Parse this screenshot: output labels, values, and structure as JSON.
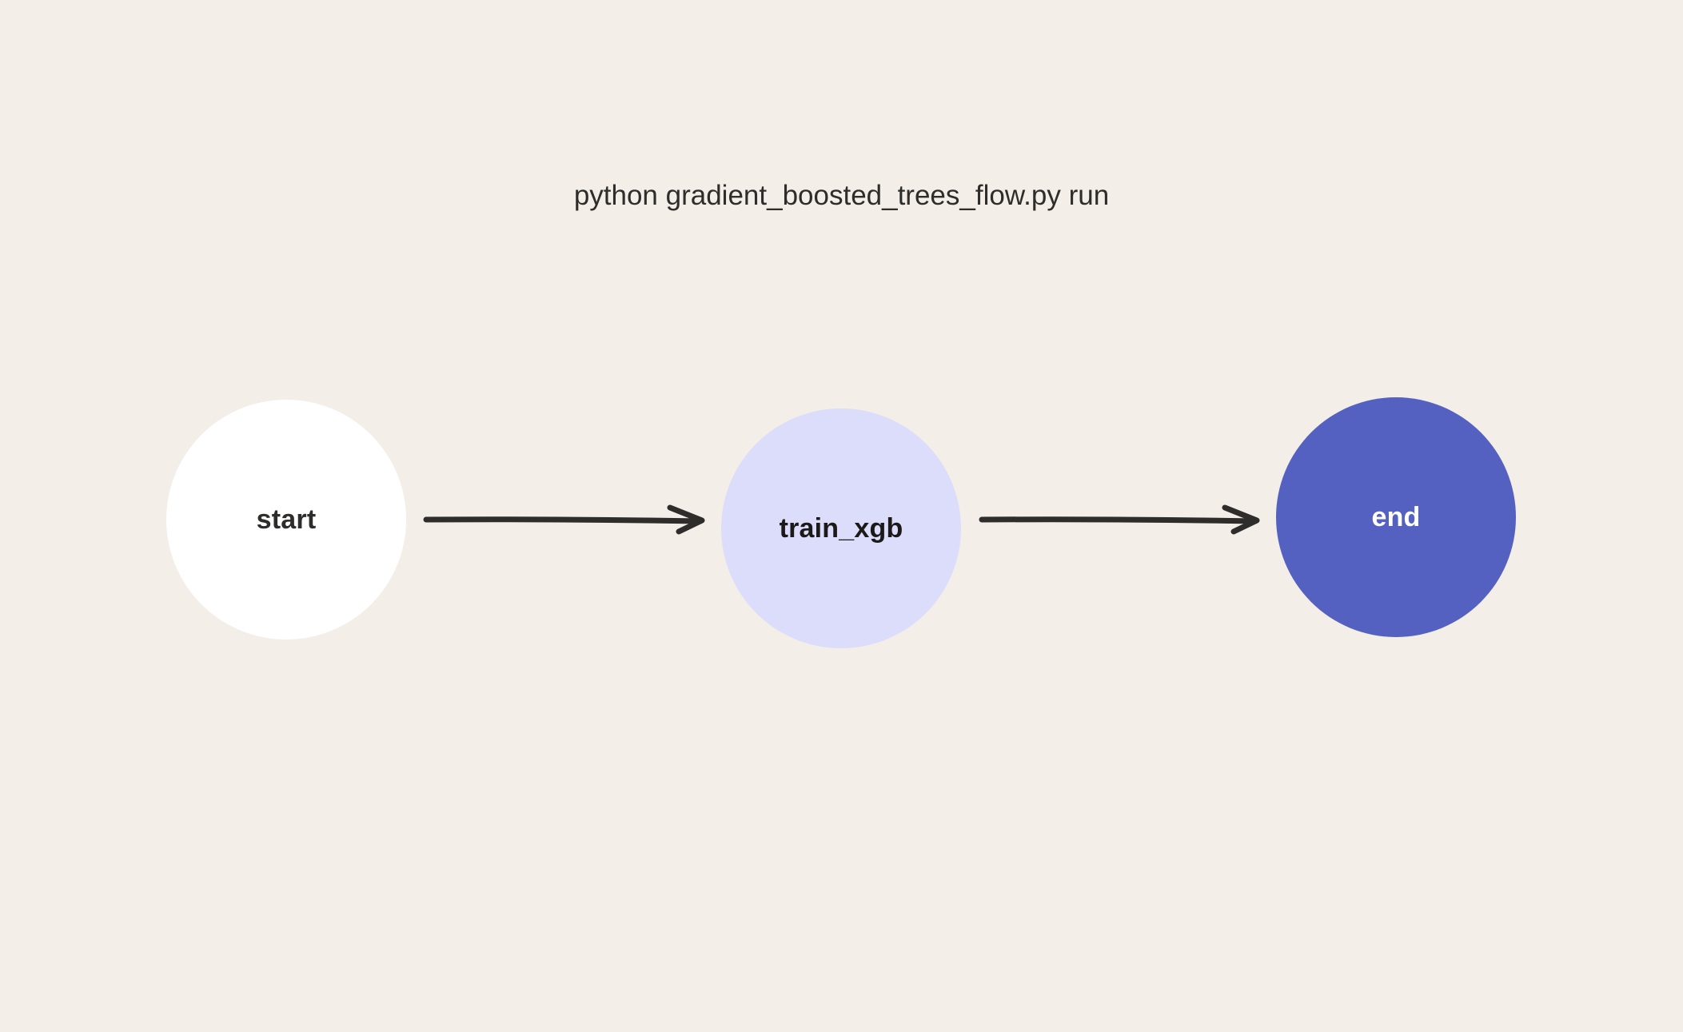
{
  "title": "python gradient_boosted_trees_flow.py run",
  "nodes": [
    {
      "id": "start",
      "label": "start",
      "fill": "#ffffff",
      "text_color": "#2f2d2b"
    },
    {
      "id": "train_xgb",
      "label": "train_xgb",
      "fill": "#dcddfa",
      "text_color": "#1b1a19"
    },
    {
      "id": "end",
      "label": "end",
      "fill": "#5461c0",
      "text_color": "#ffffff"
    }
  ],
  "edges": [
    {
      "from": "start",
      "to": "train_xgb"
    },
    {
      "from": "train_xgb",
      "to": "end"
    }
  ],
  "colors": {
    "background": "#f3eee8",
    "arrow": "#2f2d2b"
  }
}
